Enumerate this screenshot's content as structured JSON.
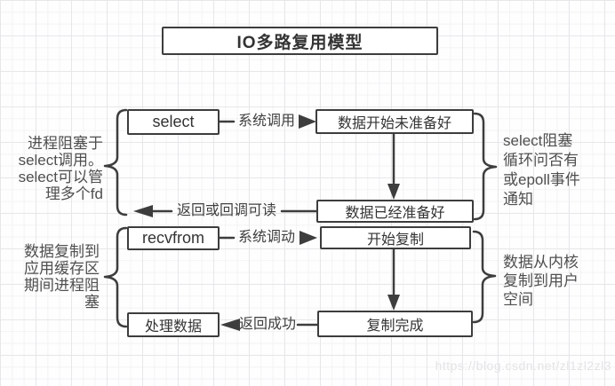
{
  "title": "IO多路复用模型",
  "watermark": "https://blog.csdn.net/zl1zl2zl3",
  "section1": {
    "box_select": "select",
    "box_data_not_ready": "数据开始未准备好",
    "box_data_ready": "数据已经准备好",
    "arrow_syscall": "系统调用",
    "arrow_return": "返回或回调可读",
    "left_note": [
      "进程阻塞于",
      "select调用。",
      "select可以管",
      "理多个fd"
    ],
    "right_note": [
      "select阻塞",
      "循环问否有",
      "或epoll事件",
      "通知"
    ]
  },
  "section2": {
    "box_recvfrom": "recvfrom",
    "box_copy_start": "开始复制",
    "box_copy_done": "复制完成",
    "box_process_data": "处理数据",
    "arrow_syscall": "系统调动",
    "arrow_return": "返回成功",
    "left_note": [
      "数据复制到",
      "应用缓存区",
      "期间进程阻",
      "塞"
    ],
    "right_note": [
      "数据从内核",
      "复制到用户",
      "空间"
    ]
  },
  "colors": {
    "stroke": "#3d3d3d",
    "box_text": "#333333",
    "note_text": "#4f4f4f",
    "watermark_text": "#e4e4e7"
  }
}
